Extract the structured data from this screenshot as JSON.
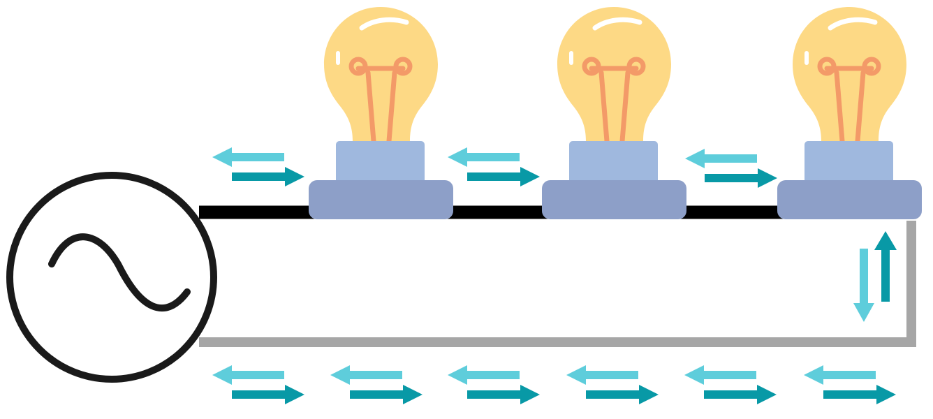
{
  "diagram": {
    "components": {
      "source": {
        "icon": "ac-source-icon"
      },
      "bulbs": [
        {
          "icon": "light-bulb-icon"
        },
        {
          "icon": "light-bulb-icon"
        },
        {
          "icon": "light-bulb-icon"
        }
      ],
      "arrows": {
        "top_pairs": 3,
        "bottom_pairs": 6,
        "vertical_pairs": 1
      }
    },
    "colors": {
      "live_wire": "#000000",
      "return_wire": "#a6a6a6",
      "source_outline": "#1a1a1a",
      "bulb_glass": "#fdd985",
      "bulb_highlight": "#ffffff",
      "filament": "#f39a68",
      "socket_top": "#9fb8de",
      "socket_base": "#8d9fc8",
      "arrow_left": "#5ecddb",
      "arrow_right": "#0899a6"
    }
  }
}
